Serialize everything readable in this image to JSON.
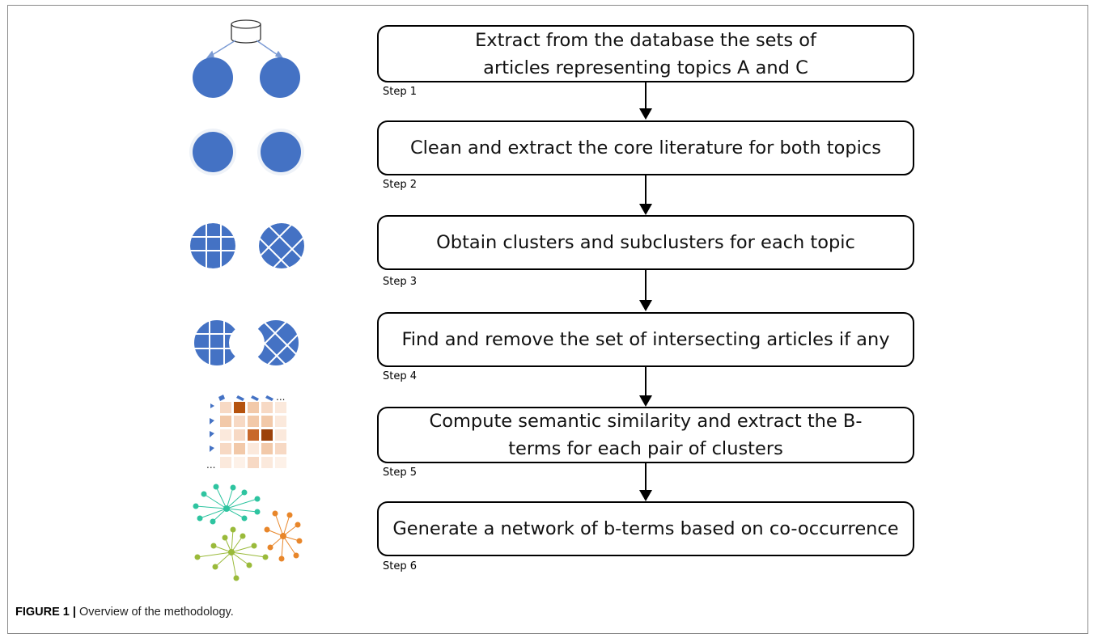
{
  "steps": [
    {
      "text": "Extract from the database the sets of articles representing topics A and C",
      "label": "Step 1"
    },
    {
      "text": "Clean and extract the core literature for both topics",
      "label": "Step 2"
    },
    {
      "text": "Obtain clusters and subclusters for each topic",
      "label": "Step 3"
    },
    {
      "text": "Find and remove the set of intersecting articles if any",
      "label": "Step 4"
    },
    {
      "text": "Compute semantic similarity and extract the B-terms for each pair of clusters",
      "label": "Step 5"
    },
    {
      "text": "Generate a network of b-terms based on co-occurrence",
      "label": "Step 6"
    }
  ],
  "caption": {
    "label": "FIGURE 1 |",
    "text": " Overview of the methodology."
  },
  "matrix_ellipsis": "...",
  "colors": {
    "blue": "#4472c4",
    "teal": "#2ec4a0",
    "olive": "#9aba3a",
    "orange": "#e8862a",
    "heat_dark": "#b5530f",
    "heat_light": "#f7d9c4"
  }
}
